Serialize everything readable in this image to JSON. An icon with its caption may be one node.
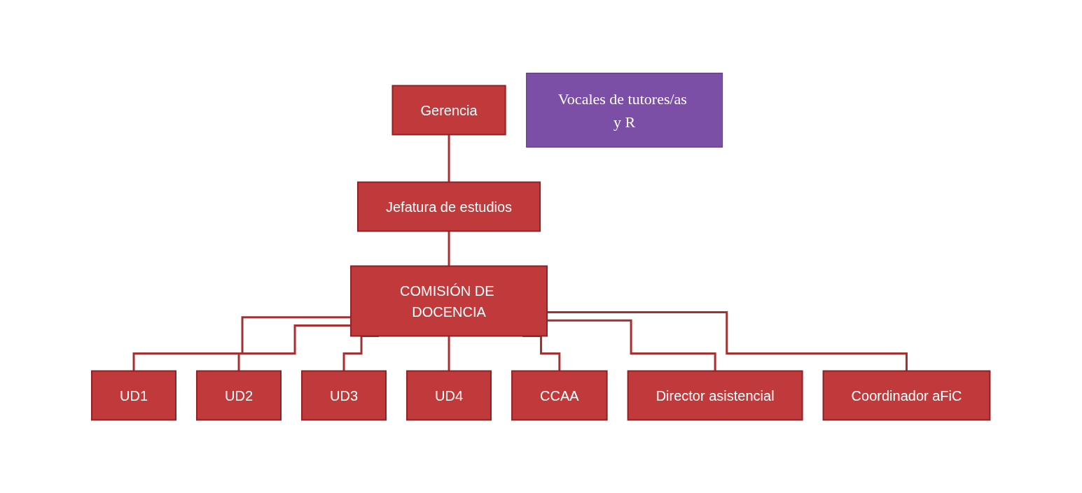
{
  "diagram": {
    "nodes": [
      {
        "text": [
          "Gerencia"
        ]
      },
      {
        "text": [
          "Jefatura de estudios"
        ]
      },
      {
        "text": [
          "COMISIÓN DE DOCENCIA"
        ]
      },
      {
        "text": [
          "UD1"
        ]
      },
      {
        "text": [
          "UD2"
        ]
      },
      {
        "text": [
          "UD3"
        ]
      },
      {
        "text": [
          "UD4"
        ]
      },
      {
        "text": [
          "CCAA"
        ]
      },
      {
        "text": [
          "Director asistencial"
        ]
      },
      {
        "text": [
          "Coordinador aFiC"
        ]
      },
      {
        "text": [
          "Vocales de tutores/as y R"
        ]
      }
    ],
    "edges": [
      {
        "from": 0,
        "to": 1,
        "arrow": "none"
      },
      {
        "from": 1,
        "to": 2,
        "arrow": "none"
      },
      {
        "from": 2,
        "to": 3,
        "arrow": "none"
      },
      {
        "from": 2,
        "to": 4,
        "arrow": "none"
      },
      {
        "from": 2,
        "to": 5,
        "arrow": "none"
      },
      {
        "from": 2,
        "to": 6,
        "arrow": "none"
      },
      {
        "from": 2,
        "to": 7,
        "arrow": "none"
      },
      {
        "from": 2,
        "to": 8,
        "arrow": "none"
      },
      {
        "from": 2,
        "to": 9,
        "arrow": "none"
      }
    ]
  }
}
